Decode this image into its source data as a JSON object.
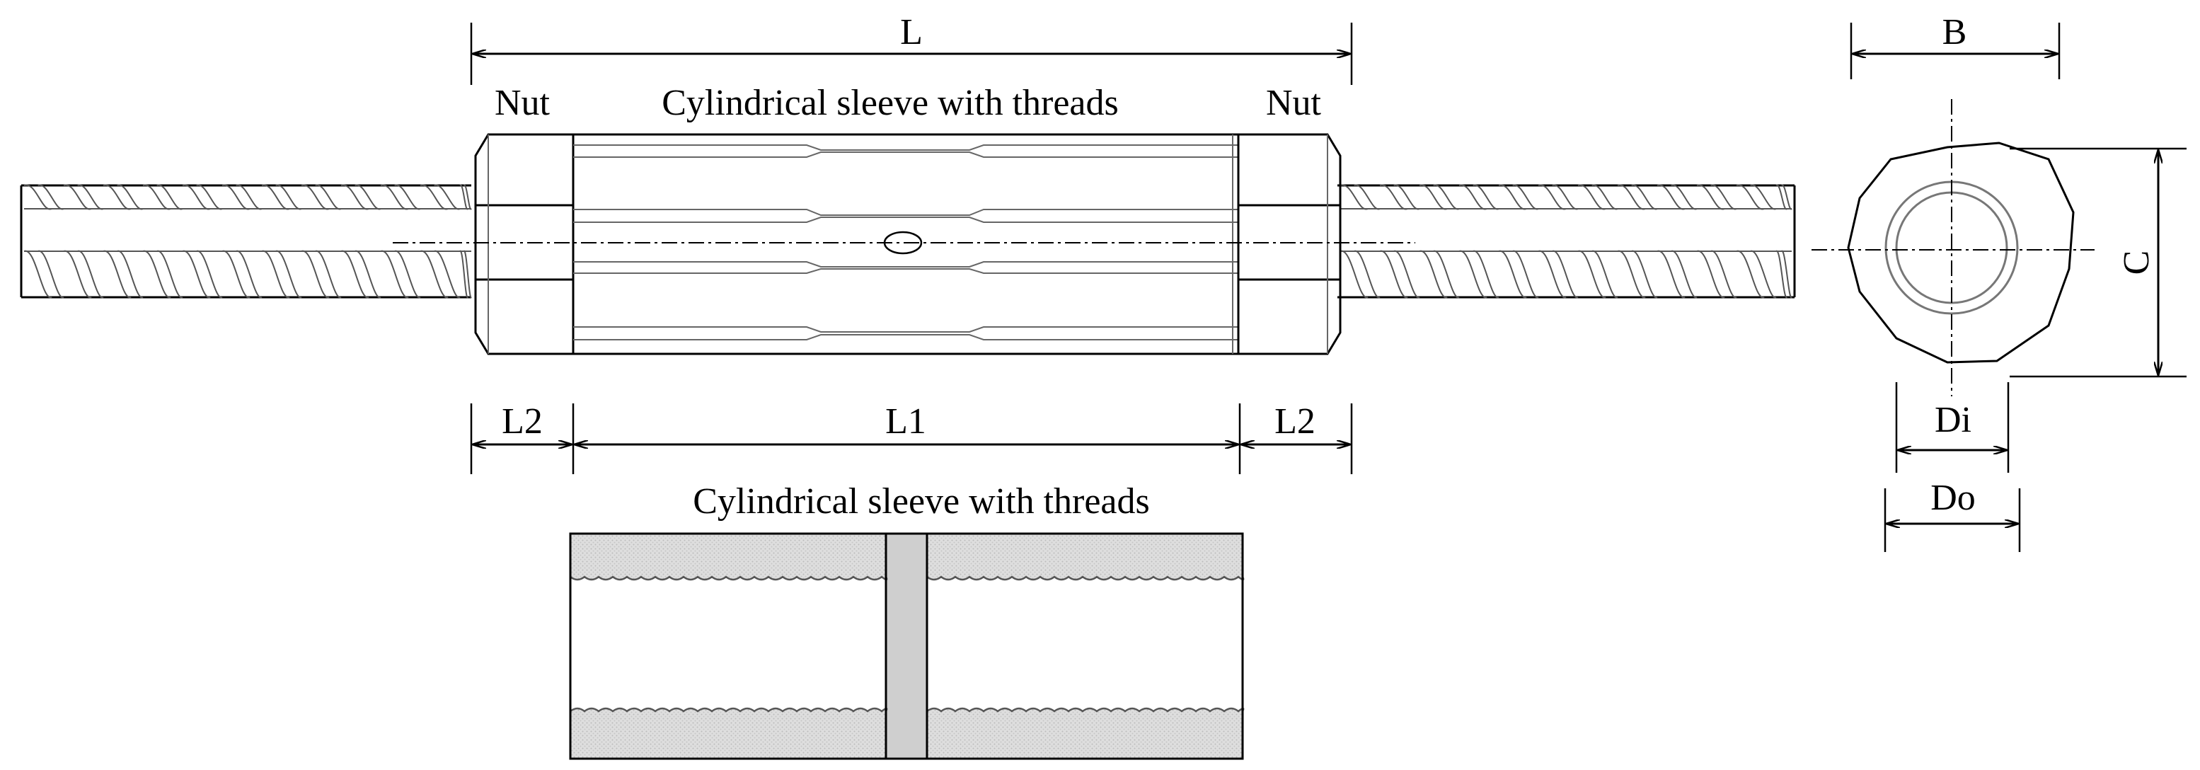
{
  "labels": {
    "dim_L": "L",
    "dim_B": "B",
    "dim_C": "C",
    "nut_left": "Nut",
    "nut_right": "Nut",
    "sleeve_title_top": "Cylindrical sleeve with threads",
    "dim_L2_left": "L2",
    "dim_L1": "L1",
    "dim_L2_right": "L2",
    "dim_Di": "Di",
    "dim_Do": "Do",
    "sleeve_title_section": "Cylindrical sleeve with threads"
  },
  "colors": {
    "line": "#000000",
    "hatch": "#d9d9d9",
    "web": "#cfcfcf",
    "thread": "#555555"
  }
}
